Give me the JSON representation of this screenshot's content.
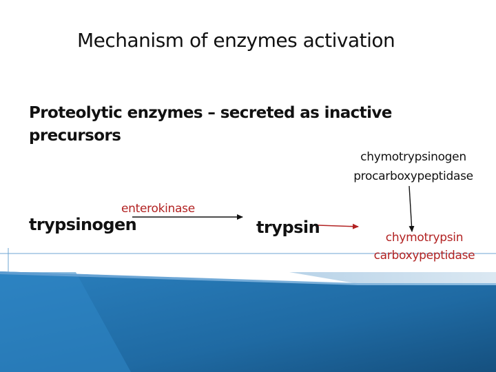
{
  "slide": {
    "title": "Mechanism of enzymes  activation",
    "subtitle": "Proteolytic enzymes – secreted as inactive precursors",
    "precursors": [
      "chymotrypsinogen",
      "procarboxypeptidase"
    ],
    "trypsinogen": "trypsinogen",
    "activator": "enterokinase",
    "trypsin": "trypsin",
    "products": [
      "chymotrypsin",
      "carboxypeptidase"
    ]
  },
  "colors": {
    "text": "#111111",
    "accent_red": "#b22222",
    "band_blue": "#1f6fa8",
    "band_light": "#c9dcea"
  }
}
